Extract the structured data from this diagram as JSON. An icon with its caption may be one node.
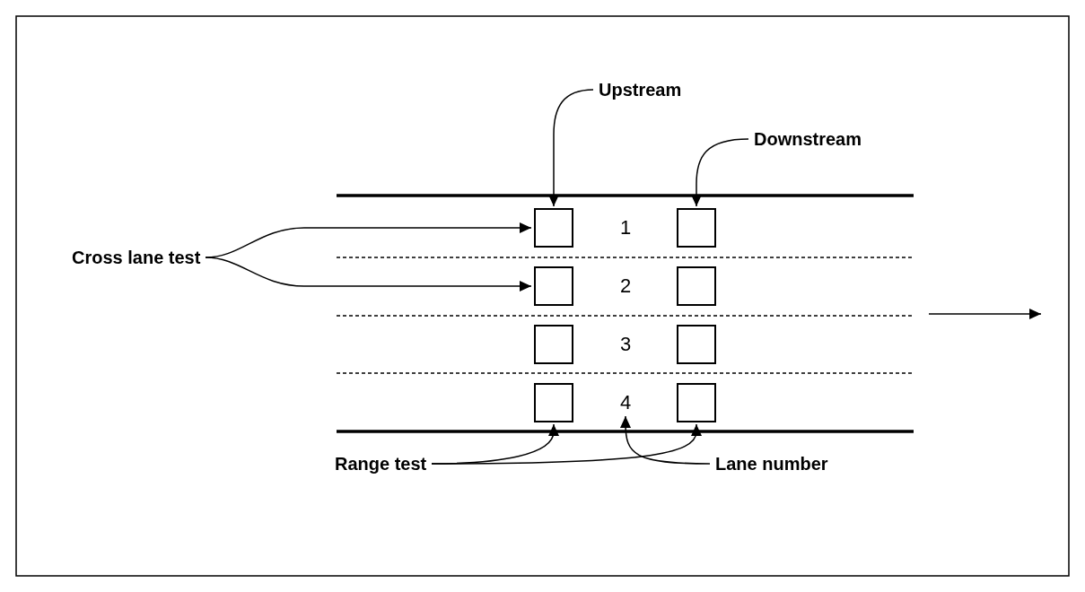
{
  "diagram": {
    "nodes": [
      {
        "text": [
          "Upstream"
        ]
      },
      {
        "text": [
          "Downstream"
        ]
      },
      {
        "text": [
          "Cross lane test"
        ]
      },
      {
        "text": [],
        "shape": "box"
      },
      {
        "text": [
          "1"
        ]
      },
      {
        "text": [],
        "shape": "box"
      },
      {
        "text": [],
        "shape": "box"
      },
      {
        "text": [
          "2"
        ]
      },
      {
        "text": [],
        "shape": "box"
      },
      {
        "text": [],
        "shape": "box"
      },
      {
        "text": [
          "3"
        ]
      },
      {
        "text": [],
        "shape": "box"
      },
      {
        "text": [],
        "shape": "box"
      },
      {
        "text": [
          "4"
        ]
      },
      {
        "text": [],
        "shape": "box"
      },
      {
        "text": [
          "Range test"
        ]
      },
      {
        "text": [
          "Lane number"
        ]
      }
    ],
    "edges": [
      {
        "from": 0,
        "to": 3,
        "arrow": "to"
      },
      {
        "from": 1,
        "to": 5,
        "arrow": "to"
      },
      {
        "from": 2,
        "to": 3,
        "arrow": "to"
      },
      {
        "from": 2,
        "to": 6,
        "arrow": "to"
      },
      {
        "from": 15,
        "to": 12,
        "arrow": "to"
      },
      {
        "from": 15,
        "to": 14,
        "arrow": "to"
      },
      {
        "from": 16,
        "to": 13,
        "arrow": "to"
      }
    ]
  }
}
